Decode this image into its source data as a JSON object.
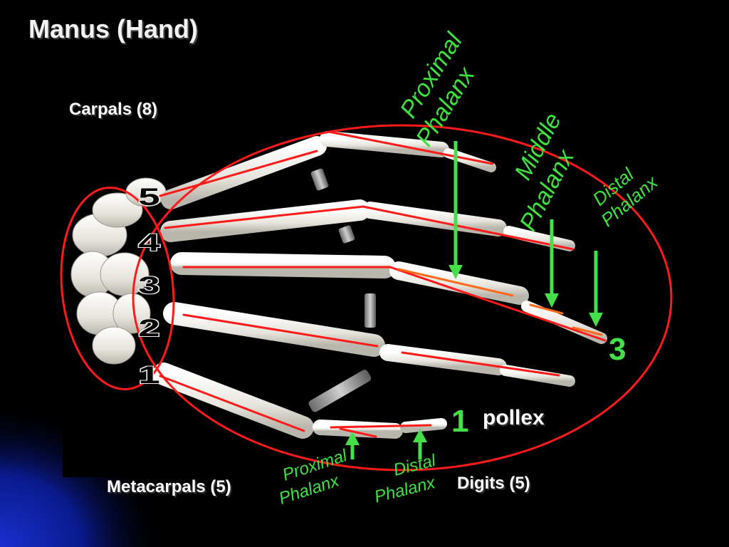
{
  "slide": {
    "title": "Manus (Hand)",
    "colors": {
      "background": "#000000",
      "text_white": "#ffffff",
      "label_green": "#3ee23e",
      "annotation_red": "#ff1a1a",
      "bone": "#e8e6df",
      "corner_blue": "#0a1a8c"
    }
  },
  "labels": {
    "carpals": "Carpals (8)",
    "metacarpals": "Metacarpals (5)",
    "digits": "Digits (5)",
    "pollex": "pollex",
    "digit_3": "3",
    "digit_1": "1",
    "proximal_phalanx_top": [
      "Proximal",
      "Phalanx"
    ],
    "middle_phalanx": [
      "Middle",
      "Phalanx"
    ],
    "distal_phalanx_top": [
      "Distal",
      "Phalanx"
    ],
    "proximal_phalanx_thumb": [
      "Proximal",
      "Phalanx"
    ],
    "distal_phalanx_thumb": [
      "Distal",
      "Phalanx"
    ]
  },
  "metacarpal_numbers": [
    "5",
    "4",
    "3",
    "2",
    "1"
  ]
}
